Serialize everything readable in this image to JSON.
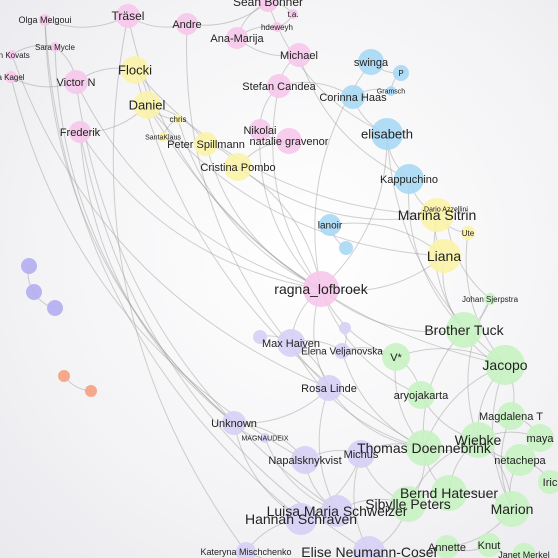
{
  "palette": {
    "pink": "#f7c6ea",
    "yellow": "#fbf3a8",
    "blue": "#a9d8f5",
    "green": "#c8f2c2",
    "lavender": "#d6d0f5",
    "violet": "#b4aef0",
    "orange": "#f6a07e",
    "edge": "#9a9a9a"
  },
  "nodes": [
    {
      "id": "olga",
      "label": "Olga Melgoui",
      "color": "pink"
    },
    {
      "id": "trasel",
      "label": "Träsel",
      "color": "pink"
    },
    {
      "id": "andre",
      "label": "Andre",
      "color": "pink"
    },
    {
      "id": "sean",
      "label": "Sean Bonner",
      "color": "pink"
    },
    {
      "id": "ta",
      "label": "t.a.",
      "color": "pink"
    },
    {
      "id": "hdeweyh",
      "label": "hdeweyh",
      "color": "pink"
    },
    {
      "id": "anamarija",
      "label": "Ana-Marija",
      "color": "pink"
    },
    {
      "id": "kovats",
      "label": "en Kovats",
      "color": "pink"
    },
    {
      "id": "saramycle",
      "label": "Sara Mycle",
      "color": "pink"
    },
    {
      "id": "kagel",
      "label": "a Kagel",
      "color": "pink"
    },
    {
      "id": "victorn",
      "label": "Victor N",
      "color": "pink"
    },
    {
      "id": "flocki",
      "label": "Flocki",
      "color": "yellow"
    },
    {
      "id": "michael",
      "label": "Michael",
      "color": "pink"
    },
    {
      "id": "swinga",
      "label": "swinga",
      "color": "blue"
    },
    {
      "id": "p",
      "label": "P",
      "color": "blue"
    },
    {
      "id": "gramsch",
      "label": "Gramsch",
      "color": "blue"
    },
    {
      "id": "stefan",
      "label": "Stefan Candea",
      "color": "pink"
    },
    {
      "id": "corinna",
      "label": "Corinna Haas",
      "color": "blue"
    },
    {
      "id": "daniel",
      "label": "Daniel",
      "color": "yellow"
    },
    {
      "id": "chris",
      "label": "chris",
      "color": "yellow"
    },
    {
      "id": "frederik",
      "label": "Frederik",
      "color": "pink"
    },
    {
      "id": "santaklaus",
      "label": "SantaKlaus",
      "color": "yellow"
    },
    {
      "id": "peter",
      "label": "Peter Spillmann",
      "color": "yellow"
    },
    {
      "id": "nikolai",
      "label": "Nikolai",
      "color": "pink"
    },
    {
      "id": "natalie",
      "label": "natalie gravenor",
      "color": "pink"
    },
    {
      "id": "elisabeth",
      "label": "elisabeth",
      "color": "blue"
    },
    {
      "id": "cristina",
      "label": "Cristina Pombo",
      "color": "yellow"
    },
    {
      "id": "kappuchino",
      "label": "Kappuchino",
      "color": "blue"
    },
    {
      "id": "dario",
      "label": "Dario Azzellini",
      "color": "yellow"
    },
    {
      "id": "marina",
      "label": "Marina Sitrin",
      "color": "yellow"
    },
    {
      "id": "lanoir",
      "label": "lanoir",
      "color": "blue"
    },
    {
      "id": "ute",
      "label": "Ute",
      "color": "yellow"
    },
    {
      "id": "liana",
      "label": "Liana",
      "color": "yellow"
    },
    {
      "id": "bluesmall",
      "label": "",
      "color": "blue"
    },
    {
      "id": "ragna",
      "label": "ragna_lofbroek",
      "color": "pink"
    },
    {
      "id": "johan",
      "label": "Johan Sjerpstra",
      "color": "green"
    },
    {
      "id": "brother",
      "label": "Brother Tuck",
      "color": "green"
    },
    {
      "id": "maxhaiven",
      "label": "Max Haiven",
      "color": "lavender"
    },
    {
      "id": "elena",
      "label": "Elena Veljanovska",
      "color": "lavender"
    },
    {
      "id": "lavsmall",
      "label": "",
      "color": "lavender"
    },
    {
      "id": "lavsmall2",
      "label": "",
      "color": "lavender"
    },
    {
      "id": "v",
      "label": "V*",
      "color": "green"
    },
    {
      "id": "jacopo",
      "label": "Jacopo",
      "color": "green"
    },
    {
      "id": "rosa",
      "label": "Rosa Linde",
      "color": "lavender"
    },
    {
      "id": "aryo",
      "label": "aryojakarta",
      "color": "green"
    },
    {
      "id": "magdalena",
      "label": "Magdalena T",
      "color": "green"
    },
    {
      "id": "unknown",
      "label": "Unknown",
      "color": "lavender"
    },
    {
      "id": "magnaudeix",
      "label": "MAGNAUDEIX",
      "color": "lavender"
    },
    {
      "id": "maya",
      "label": "maya",
      "color": "green"
    },
    {
      "id": "thomas",
      "label": "Thomas Doennebrink",
      "color": "green"
    },
    {
      "id": "wiebke",
      "label": "Wiebke",
      "color": "green"
    },
    {
      "id": "michus",
      "label": "Michus",
      "color": "lavender"
    },
    {
      "id": "napal",
      "label": "Napalsknykvist",
      "color": "lavender"
    },
    {
      "id": "netachepa",
      "label": "netachepa",
      "color": "green"
    },
    {
      "id": "iric",
      "label": "Iric",
      "color": "green"
    },
    {
      "id": "berndh",
      "label": "Bernd Hatesuer",
      "color": "green"
    },
    {
      "id": "sibylle",
      "label": "Sibylle Peters",
      "color": "green"
    },
    {
      "id": "luisa",
      "label": "Luisa Maria Schweizer",
      "color": "lavender"
    },
    {
      "id": "marion",
      "label": "Marion",
      "color": "green"
    },
    {
      "id": "hannah",
      "label": "Hannah Schraven",
      "color": "lavender"
    },
    {
      "id": "annette",
      "label": "Annette",
      "color": "green"
    },
    {
      "id": "knut",
      "label": "Knut",
      "color": "green"
    },
    {
      "id": "kateryna",
      "label": "Kateryna Mischchenko",
      "color": "lavender"
    },
    {
      "id": "elise",
      "label": "Elise Neumann-Cosel",
      "color": "lavender"
    },
    {
      "id": "janet",
      "label": "Janet Merkel",
      "color": "green"
    },
    {
      "id": "iso1",
      "label": "",
      "color": "violet"
    },
    {
      "id": "iso2",
      "label": "",
      "color": "violet"
    },
    {
      "id": "iso3",
      "label": "",
      "color": "violet"
    },
    {
      "id": "iso4",
      "label": "",
      "color": "orange"
    },
    {
      "id": "iso5",
      "label": "",
      "color": "orange"
    }
  ],
  "edges": [
    [
      "olga",
      "trasel"
    ],
    [
      "trasel",
      "andre"
    ],
    [
      "andre",
      "sean"
    ],
    [
      "sean",
      "anamarija"
    ],
    [
      "anamarija",
      "michael"
    ],
    [
      "michael",
      "stefan"
    ],
    [
      "stefan",
      "nikolai"
    ],
    [
      "nikolai",
      "natalie"
    ],
    [
      "natalie",
      "cristina"
    ],
    [
      "cristina",
      "peter"
    ],
    [
      "peter",
      "daniel"
    ],
    [
      "daniel",
      "flocki"
    ],
    [
      "flocki",
      "victorn"
    ],
    [
      "victorn",
      "saramycle"
    ],
    [
      "saramycle",
      "kovats"
    ],
    [
      "kagel",
      "victorn"
    ],
    [
      "frederik",
      "daniel"
    ],
    [
      "chris",
      "santaklaus"
    ],
    [
      "daniel",
      "chris"
    ],
    [
      "swinga",
      "p"
    ],
    [
      "p",
      "gramsch"
    ],
    [
      "gramsch",
      "corinna"
    ],
    [
      "corinna",
      "stefan"
    ],
    [
      "corinna",
      "elisabeth"
    ],
    [
      "elisabeth",
      "kappuchino"
    ],
    [
      "kappuchino",
      "marina"
    ],
    [
      "marina",
      "dario"
    ],
    [
      "marina",
      "ute"
    ],
    [
      "marina",
      "liana"
    ],
    [
      "liana",
      "lanoir"
    ],
    [
      "lanoir",
      "bluesmall"
    ],
    [
      "ragna",
      "liana"
    ],
    [
      "ragna",
      "cristina"
    ],
    [
      "ragna",
      "elisabeth"
    ],
    [
      "ragna",
      "brother"
    ],
    [
      "brother",
      "johan"
    ],
    [
      "brother",
      "jacopo"
    ],
    [
      "jacopo",
      "v"
    ],
    [
      "v",
      "elena"
    ],
    [
      "elena",
      "maxhaiven"
    ],
    [
      "maxhaiven",
      "lavsmall"
    ],
    [
      "elena",
      "lavsmall2"
    ],
    [
      "rosa",
      "maxhaiven"
    ],
    [
      "aryo",
      "v"
    ],
    [
      "aryo",
      "wiebke"
    ],
    [
      "magdalena",
      "jacopo"
    ],
    [
      "maya",
      "magdalena"
    ],
    [
      "thomas",
      "wiebke"
    ],
    [
      "wiebke",
      "netachepa"
    ],
    [
      "thomas",
      "michus"
    ],
    [
      "michus",
      "napal"
    ],
    [
      "napal",
      "unknown"
    ],
    [
      "unknown",
      "magnaudeix"
    ],
    [
      "unknown",
      "rosa"
    ],
    [
      "berndh",
      "sibylle"
    ],
    [
      "sibylle",
      "luisa"
    ],
    [
      "luisa",
      "hannah"
    ],
    [
      "hannah",
      "kateryna"
    ],
    [
      "kateryna",
      "elise"
    ],
    [
      "elise",
      "annette"
    ],
    [
      "annette",
      "knut"
    ],
    [
      "knut",
      "janet"
    ],
    [
      "marion",
      "berndh"
    ],
    [
      "marion",
      "wiebke"
    ],
    [
      "iric",
      "netachepa"
    ],
    [
      "thomas",
      "berndh"
    ],
    [
      "sibylle",
      "thomas"
    ],
    [
      "hannah",
      "michus"
    ],
    [
      "elise",
      "sibylle"
    ],
    [
      "annette",
      "marion"
    ],
    [
      "jacopo",
      "thomas"
    ],
    [
      "frederik",
      "ragna"
    ],
    [
      "victorn",
      "ragna"
    ],
    [
      "trasel",
      "ragna"
    ],
    [
      "olga",
      "unknown"
    ],
    [
      "kovats",
      "rosa"
    ],
    [
      "sean",
      "elisabeth"
    ],
    [
      "michael",
      "kappuchino"
    ],
    [
      "swinga",
      "ragna"
    ],
    [
      "flocki",
      "marina"
    ],
    [
      "daniel",
      "liana"
    ],
    [
      "peter",
      "ragna"
    ],
    [
      "stefan",
      "ragna"
    ],
    [
      "nikolai",
      "ragna"
    ],
    [
      "cristina",
      "marina"
    ],
    [
      "chris",
      "ragna"
    ],
    [
      "hdeweyh",
      "ta"
    ],
    [
      "ta",
      "sean"
    ],
    [
      "hdeweyh",
      "anamarija"
    ],
    [
      "elisabeth",
      "jacopo"
    ],
    [
      "kappuchino",
      "brother"
    ],
    [
      "marina",
      "brother"
    ],
    [
      "dario",
      "johan"
    ],
    [
      "ute",
      "jacopo"
    ],
    [
      "liana",
      "brother"
    ],
    [
      "ragna",
      "maxhaiven"
    ],
    [
      "ragna",
      "rosa"
    ],
    [
      "ragna",
      "v"
    ],
    [
      "ragna",
      "aryo"
    ],
    [
      "brother",
      "thomas"
    ],
    [
      "johan",
      "wiebke"
    ],
    [
      "jacopo",
      "wiebke"
    ],
    [
      "jacopo",
      "marion"
    ],
    [
      "v",
      "thomas"
    ],
    [
      "elena",
      "thomas"
    ],
    [
      "maxhaiven",
      "thomas"
    ],
    [
      "rosa",
      "thomas"
    ],
    [
      "rosa",
      "luisa"
    ],
    [
      "unknown",
      "hannah"
    ],
    [
      "magnaudeix",
      "luisa"
    ],
    [
      "napal",
      "luisa"
    ],
    [
      "michus",
      "sibylle"
    ],
    [
      "michus",
      "elise"
    ],
    [
      "wiebke",
      "berndh"
    ],
    [
      "wiebke",
      "sibylle"
    ],
    [
      "magdalena",
      "marion"
    ],
    [
      "maya",
      "wiebke"
    ],
    [
      "netachepa",
      "marion"
    ],
    [
      "iso1",
      "iso2"
    ],
    [
      "iso2",
      "iso3"
    ],
    [
      "iso4",
      "iso5"
    ],
    [
      "frederik",
      "unknown"
    ],
    [
      "kagel",
      "napal"
    ],
    [
      "olga",
      "hannah"
    ],
    [
      "trasel",
      "kateryna"
    ],
    [
      "andre",
      "rosa"
    ],
    [
      "victorn",
      "luisa"
    ],
    [
      "flocki",
      "thomas"
    ],
    [
      "daniel",
      "jacopo"
    ],
    [
      "frederik",
      "elise"
    ],
    [
      "saramycle",
      "unknown"
    ]
  ]
}
